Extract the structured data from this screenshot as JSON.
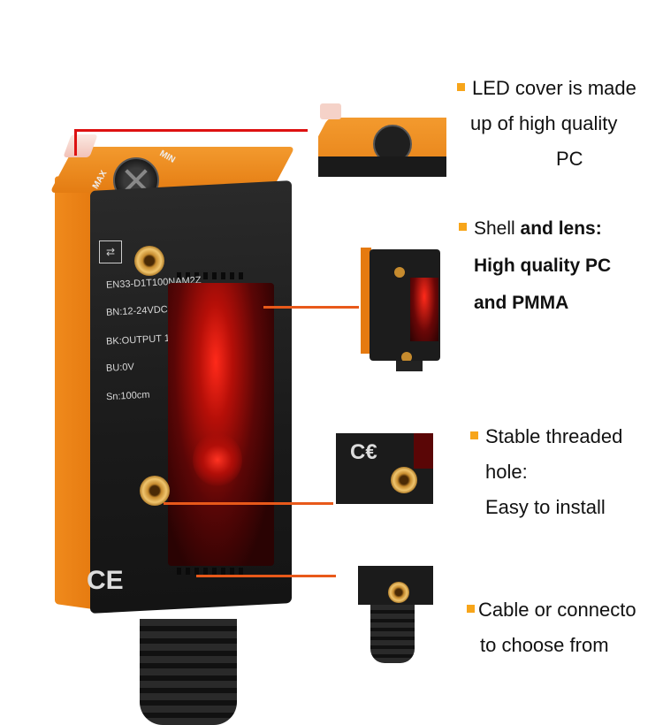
{
  "product": {
    "model_label": "EN33-D1T100NAM2Z",
    "voltage_label": "BN:12-24VDC",
    "output_label": "BK:OUTPUT 100mA",
    "ground_label": "BU:0V",
    "range_label": "Sn:100cm",
    "knob_max_label": "MAX",
    "knob_min_label": "MIN",
    "ce_mark": "CE"
  },
  "features": [
    {
      "lines": [
        "LED cover is made",
        "up of high quality",
        "PC"
      ]
    },
    {
      "lead": "Shell",
      "lines": [
        " and lens:",
        "High quality PC",
        "and PMMA"
      ]
    },
    {
      "lines": [
        "Stable threaded",
        "hole:",
        "Easy to install"
      ]
    },
    {
      "lines": [
        "Cable or connecto",
        "to choose from"
      ]
    }
  ],
  "colors": {
    "accent_orange": "#e8591a",
    "bullet_yellow": "#f7a51a",
    "led_red": "#d11111"
  }
}
